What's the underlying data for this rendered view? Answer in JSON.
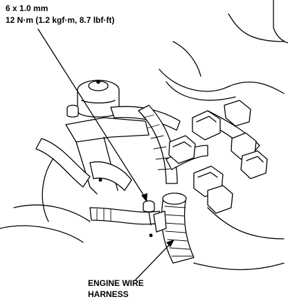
{
  "fastener_spec": {
    "size": "6 x 1.0 mm",
    "torque": "12 N·m (1.2 kgf·m, 8.7 lbf·ft)"
  },
  "callout": {
    "line1": "ENGINE WIRE",
    "line2": "HARNESS"
  }
}
